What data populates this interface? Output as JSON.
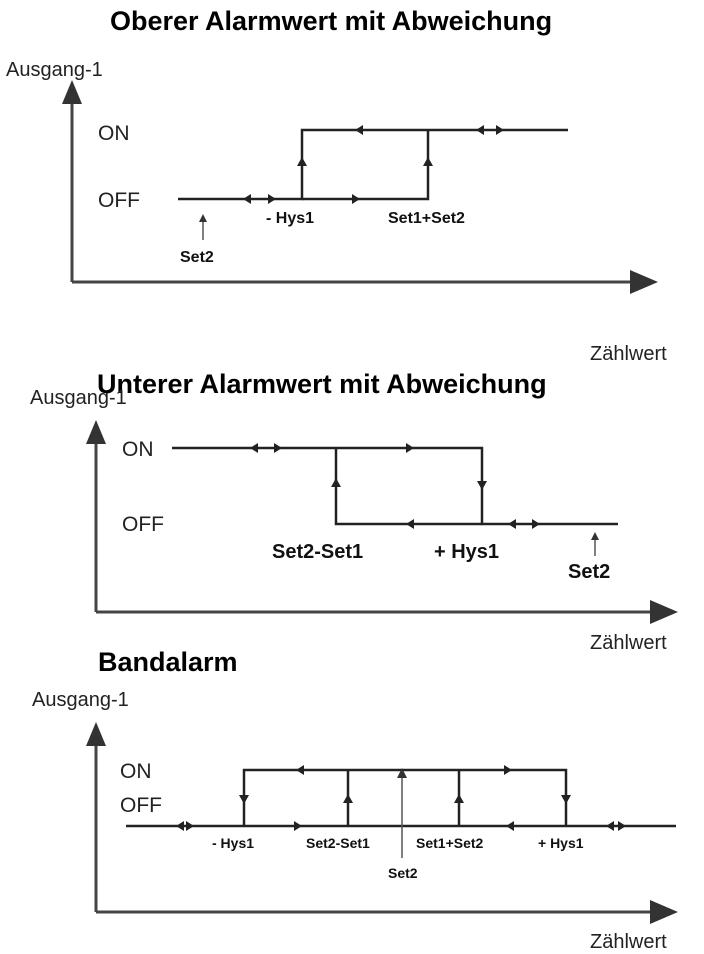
{
  "panels": [
    {
      "title": "Oberer Alarmwert mit Abweichung",
      "y_label": "Ausgang-1",
      "x_label": "Zählwert",
      "on_label": "ON",
      "off_label": "OFF",
      "markers": [
        "- Hys1",
        "Set1+Set2",
        "Set2"
      ]
    },
    {
      "title": "Unterer Alarmwert mit Abweichung",
      "y_label": "Ausgang-1",
      "x_label": "Zählwert",
      "on_label": "ON",
      "off_label": "OFF",
      "markers": [
        "Set2-Set1",
        "+ Hys1",
        "Set2"
      ]
    },
    {
      "title": "Bandalarm",
      "y_label": "Ausgang-1",
      "x_label": "Zählwert",
      "on_label": "ON",
      "off_label": "OFF",
      "markers": [
        "- Hys1",
        "Set2-Set1",
        "Set1+Set2",
        "+ Hys1",
        "Set2"
      ]
    }
  ]
}
